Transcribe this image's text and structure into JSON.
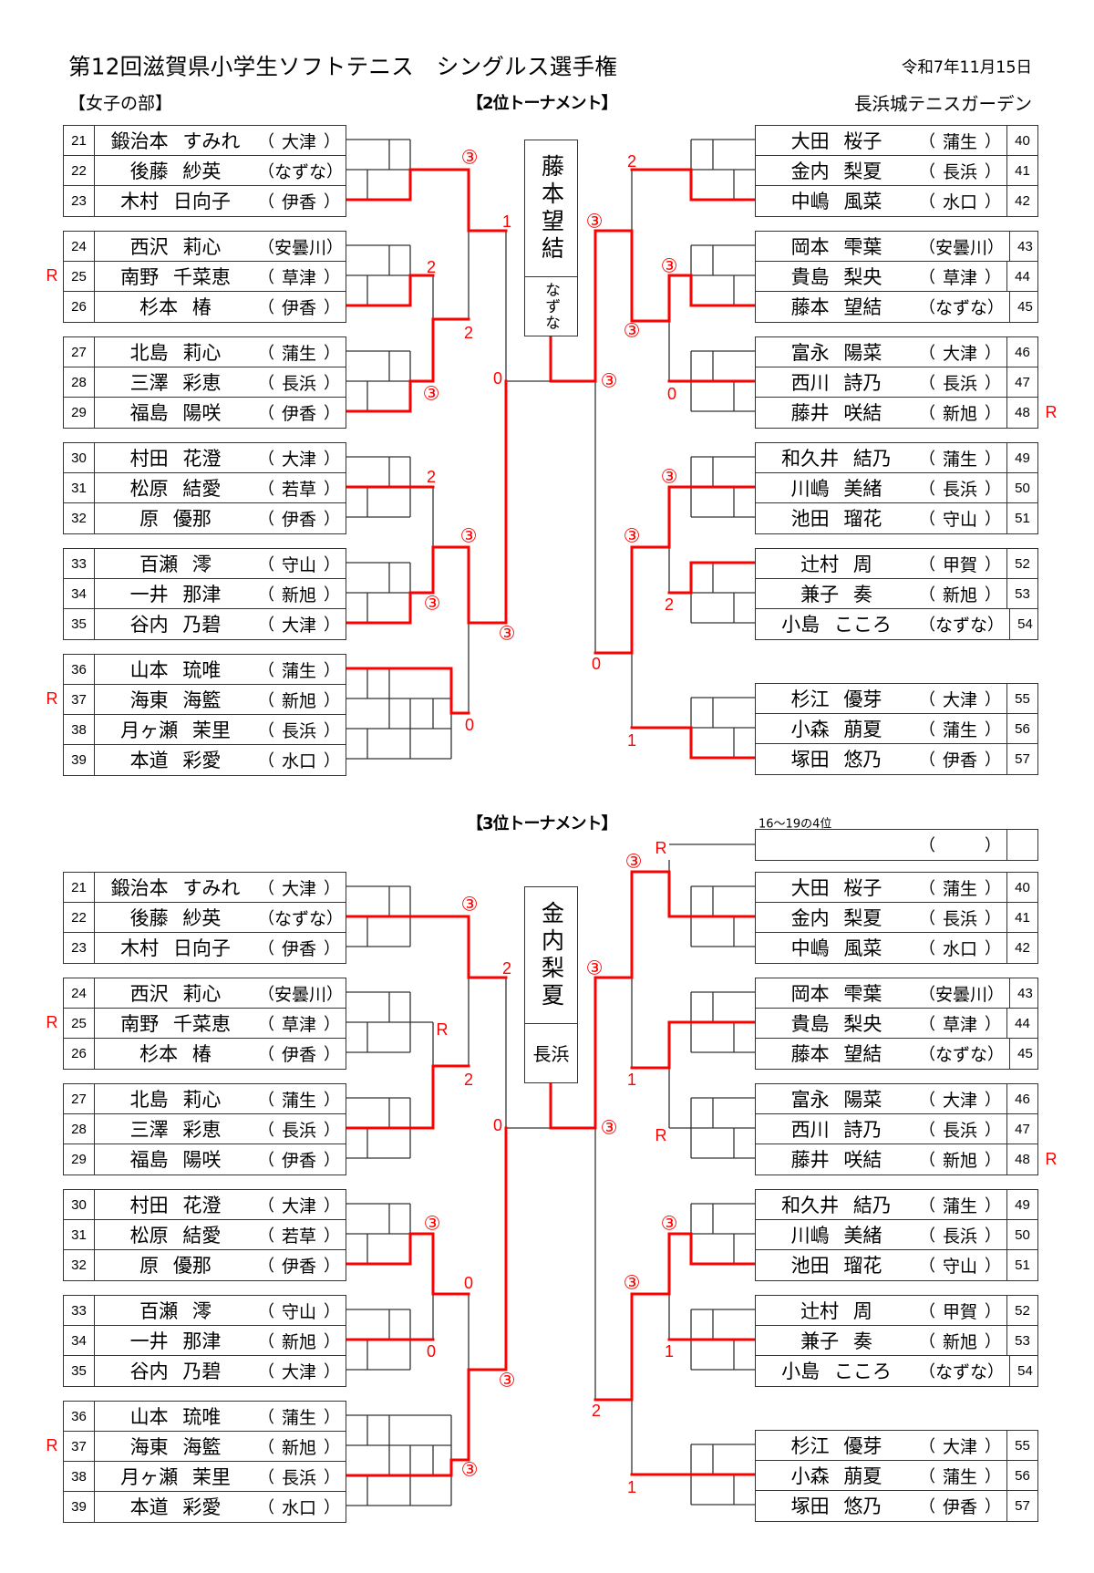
{
  "header": {
    "title": "第12回滋賀県小学生ソフトテニス　シングルス選手権",
    "date": "令和7年11月15日",
    "division": "【女子の部】",
    "venue": "長浜城テニスガーデン"
  },
  "entry_format": {
    "paren_open": "（",
    "paren_close": "）"
  },
  "players": {
    "left_groups": [
      [
        {
          "no": "21",
          "name": "鍛治本 すみれ",
          "club": "大津"
        },
        {
          "no": "22",
          "name": "後藤 紗英",
          "club": "なずな"
        },
        {
          "no": "23",
          "name": "木村 日向子",
          "club": "伊香"
        }
      ],
      [
        {
          "no": "24",
          "name": "西沢 莉心",
          "club": "安曇川"
        },
        {
          "no": "25",
          "name": "南野 千菜恵",
          "club": "草津"
        },
        {
          "no": "26",
          "name": "杉本 椿",
          "club": "伊香"
        }
      ],
      [
        {
          "no": "27",
          "name": "北島 莉心",
          "club": "蒲生"
        },
        {
          "no": "28",
          "name": "三澤 彩恵",
          "club": "長浜"
        },
        {
          "no": "29",
          "name": "福島 陽咲",
          "club": "伊香"
        }
      ],
      [
        {
          "no": "30",
          "name": "村田 花澄",
          "club": "大津"
        },
        {
          "no": "31",
          "name": "松原 結愛",
          "club": "若草"
        },
        {
          "no": "32",
          "name": "原 優那",
          "club": "伊香"
        }
      ],
      [
        {
          "no": "33",
          "name": "百瀬 澪",
          "club": "守山"
        },
        {
          "no": "34",
          "name": "一井 那津",
          "club": "新旭"
        },
        {
          "no": "35",
          "name": "谷内 乃碧",
          "club": "大津"
        }
      ],
      [
        {
          "no": "36",
          "name": "山本 琉唯",
          "club": "蒲生"
        },
        {
          "no": "37",
          "name": "海東 海籃",
          "club": "新旭"
        },
        {
          "no": "38",
          "name": "月ヶ瀬 茉里",
          "club": "長浜"
        },
        {
          "no": "39",
          "name": "本道 彩愛",
          "club": "水口"
        }
      ]
    ],
    "right_groups": [
      [
        {
          "no": "40",
          "name": "大田 桜子",
          "club": "蒲生"
        },
        {
          "no": "41",
          "name": "金内 梨夏",
          "club": "長浜"
        },
        {
          "no": "42",
          "name": "中嶋 風菜",
          "club": "水口"
        }
      ],
      [
        {
          "no": "43",
          "name": "岡本 雫葉",
          "club": "安曇川"
        },
        {
          "no": "44",
          "name": "貴島 梨央",
          "club": "草津"
        },
        {
          "no": "45",
          "name": "藤本 望結",
          "club": "なずな"
        }
      ],
      [
        {
          "no": "46",
          "name": "富永 陽菜",
          "club": "大津"
        },
        {
          "no": "47",
          "name": "西川 詩乃",
          "club": "長浜"
        },
        {
          "no": "48",
          "name": "藤井 咲結",
          "club": "新旭"
        }
      ],
      [
        {
          "no": "49",
          "name": "和久井 結乃",
          "club": "蒲生"
        },
        {
          "no": "50",
          "name": "川嶋 美緒",
          "club": "長浜"
        },
        {
          "no": "51",
          "name": "池田 瑠花",
          "club": "守山"
        }
      ],
      [
        {
          "no": "52",
          "name": "辻村 周",
          "club": "甲賀"
        },
        {
          "no": "53",
          "name": "兼子 奏",
          "club": "新旭"
        },
        {
          "no": "54",
          "name": "小島 こころ",
          "club": "なずな"
        }
      ],
      [
        {
          "no": "55",
          "name": "杉江 優芽",
          "club": "大津"
        },
        {
          "no": "56",
          "name": "小森 萠夏",
          "club": "蒲生"
        },
        {
          "no": "57",
          "name": "塚田 悠乃",
          "club": "伊香"
        }
      ]
    ]
  },
  "sections": [
    {
      "title": "【2位トーナメント】",
      "winner_box": {
        "name": "藤本望結",
        "club": "なずな"
      },
      "scores": [
        "③",
        "1",
        "2",
        "2",
        "③",
        "0",
        "2",
        "③",
        "③",
        "③",
        "0",
        "③",
        "③",
        "2",
        "③",
        "③",
        "0",
        "③",
        "③",
        "2",
        "0",
        "1"
      ],
      "retire_marks": [
        "R",
        "R",
        "R"
      ]
    },
    {
      "title": "【3位トーナメント】",
      "extra_entry": {
        "caption": "16～19の4位",
        "no": "",
        "name": "",
        "club": ""
      },
      "winner_box": {
        "name": "金内梨夏",
        "club": "長浜"
      },
      "scores": [
        "③",
        "2",
        "R",
        "2",
        "0",
        "③",
        "0",
        "0",
        "③",
        "③",
        "③",
        "③",
        "R",
        "③",
        "1",
        "R",
        "③",
        "③",
        "1",
        "2",
        "1"
      ],
      "retire_marks": [
        "R",
        "R",
        "R"
      ]
    }
  ],
  "colors": {
    "result_red": "#ff0000",
    "line_black": "#333333"
  }
}
